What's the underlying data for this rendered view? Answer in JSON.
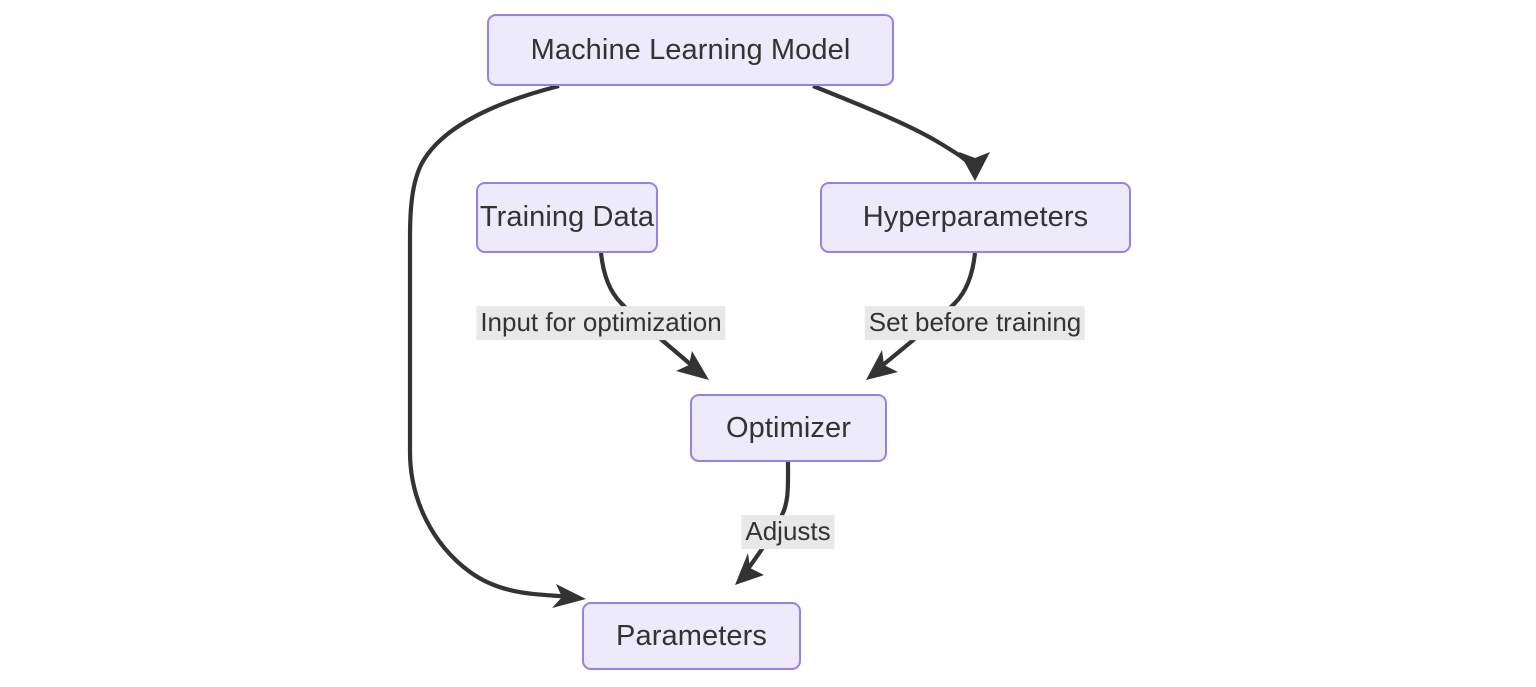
{
  "diagram": {
    "type": "flowchart",
    "title": "Machine Learning Model flow",
    "direction": "top-down",
    "colors": {
      "node_fill": "#ECEAFB",
      "node_border": "#9B7FE8",
      "node_text": "#333333",
      "edge_stroke": "#333333",
      "edge_label_background": "#E8E8E8",
      "canvas_background": "#FFFFFF"
    },
    "nodes": [
      {
        "id": "model",
        "label": "Machine Learning Model"
      },
      {
        "id": "training_data",
        "label": "Training Data"
      },
      {
        "id": "hyperparameters",
        "label": "Hyperparameters"
      },
      {
        "id": "optimizer",
        "label": "Optimizer"
      },
      {
        "id": "parameters",
        "label": "Parameters"
      }
    ],
    "edges": [
      {
        "id": "model-parameters",
        "from": "model",
        "to": "parameters",
        "label": ""
      },
      {
        "id": "model-hyperparameters",
        "from": "model",
        "to": "hyperparameters",
        "label": ""
      },
      {
        "id": "training-optimizer",
        "from": "training_data",
        "to": "optimizer",
        "label": "Input for optimization"
      },
      {
        "id": "hyperparameters-optimizer",
        "from": "hyperparameters",
        "to": "optimizer",
        "label": "Set before training"
      },
      {
        "id": "optimizer-parameters",
        "from": "optimizer",
        "to": "parameters",
        "label": "Adjusts"
      }
    ]
  }
}
